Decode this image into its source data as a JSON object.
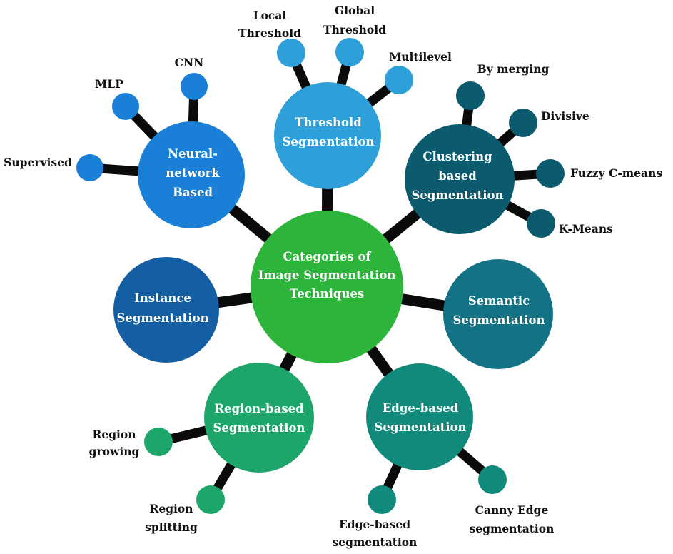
{
  "center": {
    "lines": [
      "Categories of",
      "Image Segmentation",
      "Techniques"
    ],
    "color": "#2db53b"
  },
  "categories": {
    "threshold": {
      "lines": [
        "Threshold",
        "Segmentation"
      ],
      "color": "#2e9fd8",
      "leaves": {
        "local": [
          "Local",
          "Threshold"
        ],
        "global": [
          "Global",
          "Threshold"
        ],
        "multilevel": [
          "Multilevel"
        ]
      }
    },
    "clustering": {
      "lines": [
        "Clustering",
        "based",
        "Segmentation"
      ],
      "color": "#0b5a6e",
      "leaves": {
        "merging": [
          "By merging"
        ],
        "divisive": [
          "Divisive"
        ],
        "fuzzy": [
          "Fuzzy C-means"
        ],
        "kmeans": [
          "K-Means"
        ]
      }
    },
    "neural": {
      "lines": [
        "Neural-",
        "network",
        "Based"
      ],
      "color": "#1a7fd6",
      "leaves": {
        "mlp": [
          "MLP"
        ],
        "cnn": [
          "CNN"
        ],
        "supervised": [
          "Supervised"
        ]
      }
    },
    "instance": {
      "lines": [
        "Instance",
        "Segmentation"
      ],
      "color": "#145ea3"
    },
    "semantic": {
      "lines": [
        "Semantic",
        "Segmentation"
      ],
      "color": "#137283"
    },
    "region": {
      "lines": [
        "Region-based",
        "Segmentation"
      ],
      "color": "#1ea66a",
      "leaves": {
        "growing": [
          "Region",
          "growing"
        ],
        "splitting": [
          "Region",
          "splitting"
        ]
      }
    },
    "edge": {
      "lines": [
        "Edge-based",
        "Segmentation"
      ],
      "color": "#118a7c",
      "leaves": {
        "edge": [
          "Edge-based",
          "segmentation"
        ],
        "canny": [
          "Canny Edge",
          "segmentation"
        ]
      }
    }
  },
  "connector_color": "#0a0a0a"
}
